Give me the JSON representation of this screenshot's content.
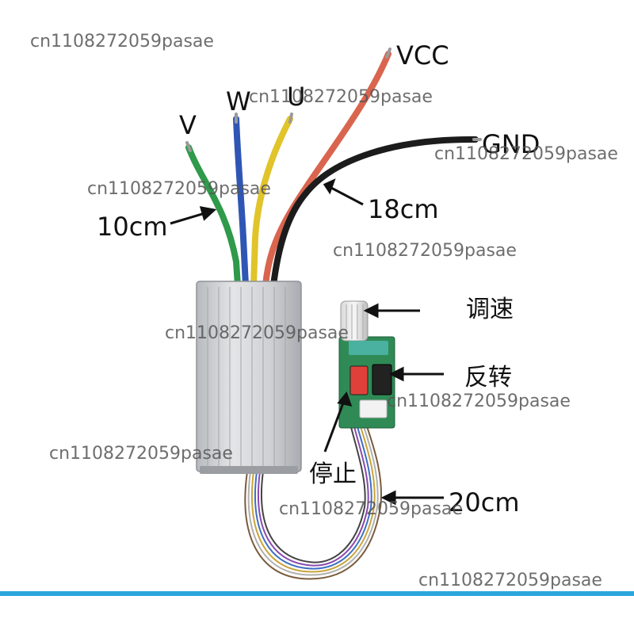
{
  "labels": {
    "v": "V",
    "w": "W",
    "u": "U",
    "vcc": "VCC",
    "gnd": "GND",
    "len_motor": "10cm",
    "len_power": "18cm",
    "speed": "调速",
    "reverse": "反转",
    "stop": "停止",
    "len_cable": "20cm"
  },
  "watermark": "cn1108272059pasae",
  "colors": {
    "wire_v": "#2e9a4a",
    "wire_w": "#2f56b5",
    "wire_u": "#e0c42a",
    "wire_vcc": "#d9654f",
    "wire_gnd": "#1c1c1c",
    "enclosure": "#c9cbcf",
    "pcb": "#2f8a55",
    "switch_red": "#e0403a",
    "switch_black": "#222222",
    "bottom_bar": "#2aa6dc"
  }
}
